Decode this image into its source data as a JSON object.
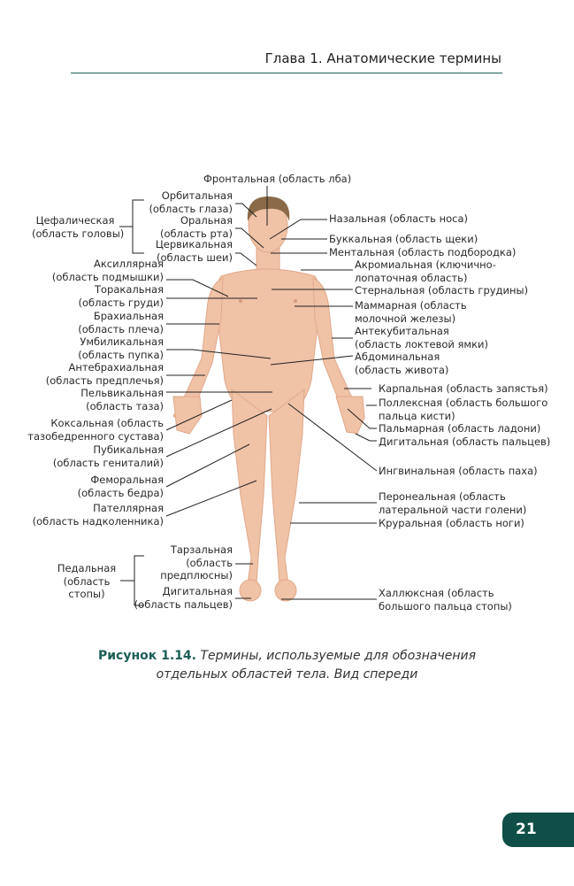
{
  "header": {
    "chapter_title": "Глава 1. Анатомические термины"
  },
  "labels_left": {
    "frontal": "Фронтальная (область лба)",
    "orbital": [
      "Орбитальная",
      "(область глаза)"
    ],
    "oral": [
      "Оральная",
      "(область рта)"
    ],
    "cervical": [
      "Цервикальная",
      "(область шеи)"
    ],
    "cephalic": [
      "Цефалическая",
      "(область головы)"
    ],
    "axillary": [
      "Аксиллярная",
      "(область подмышки)"
    ],
    "thoracic": [
      "Торакальная",
      "(область груди)"
    ],
    "brachial": [
      "Брахиальная",
      "(область плеча)"
    ],
    "umbilical": [
      "Умбиликальная",
      "(область пупка)"
    ],
    "antebrachial": [
      "Антебрахиальная",
      "(область предплечья)"
    ],
    "pelvic": [
      "Пельвикальная",
      "(область таза)"
    ],
    "coxal": [
      "Коксальная (область",
      "тазобедренного сустава)"
    ],
    "pubic": [
      "Пубикальная",
      "(область гениталий)"
    ],
    "femoral": [
      "Феморальная",
      "(область бедра)"
    ],
    "patellar": [
      "Пателлярная",
      "(область надколенника)"
    ],
    "tarsal": [
      "Тарзальная",
      "(область",
      "предплюсны)"
    ],
    "digital_foot": [
      "Дигитальная",
      "(область пальцев)"
    ],
    "pedal": [
      "Педальная",
      "(область",
      "стопы)"
    ]
  },
  "labels_right": {
    "nasal": "Назальная (область носа)",
    "buccal": "Буккальная (область щеки)",
    "mental": "Ментальная (область подбородка)",
    "acromial": [
      "Акромиальная (ключично-",
      "лопаточная область)"
    ],
    "sternal": "Стернальная (область грудины)",
    "mammary": [
      "Маммарная (область",
      "молочной железы)"
    ],
    "antecubital": [
      "Антекубитальная",
      "(область локтевой ямки)"
    ],
    "abdominal": [
      "Абдоминальная",
      "(область живота)"
    ],
    "carpal": "Карпальная (область запястья)",
    "pollex": [
      "Поллексная (область большого",
      "пальца кисти)"
    ],
    "palmar": "Пальмарная (область ладони)",
    "digital_hand": "Дигитальная (область пальцев)",
    "inguinal": "Ингвинальная (область паха)",
    "peroneal": [
      "Перонеальная (область",
      "латеральной части голени)"
    ],
    "crural": "Круральная (область ноги)",
    "hallux": [
      "Халлюксная (область",
      "большого пальца стопы)"
    ]
  },
  "caption": {
    "number": "Рисунок 1.14.",
    "text_line1": "Термины, используемые для обозначения",
    "text_line2": "отдельных областей тела. Вид спереди"
  },
  "page_number": "21",
  "colors": {
    "accent": "#0f4f47",
    "skin": "#f0c2a6",
    "hair": "#8a6a48"
  }
}
